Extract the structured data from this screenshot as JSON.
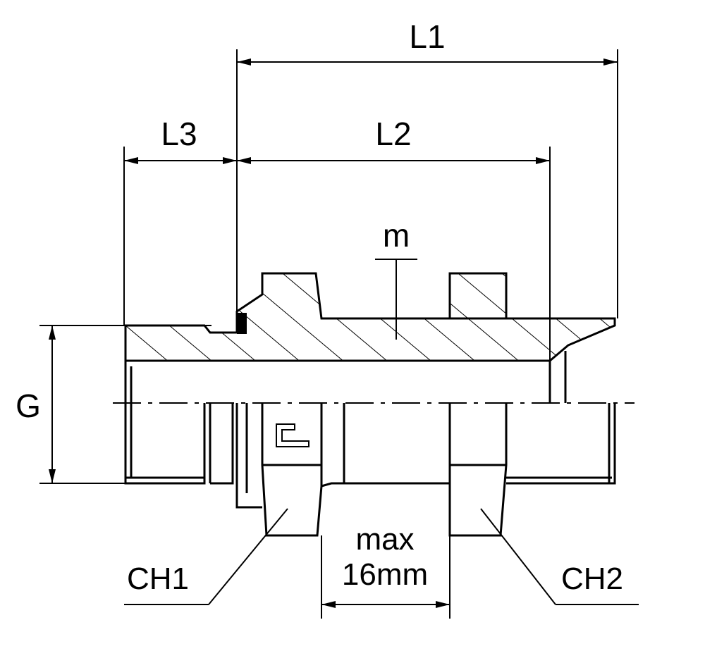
{
  "labels": {
    "L1": "L1",
    "L2": "L2",
    "L3": "L3",
    "m": "m",
    "G": "G",
    "CH1": "CH1",
    "CH2": "CH2",
    "max_line1": "max",
    "max_line2": "16mm"
  },
  "colors": {
    "line": "#000000",
    "background": "#ffffff"
  }
}
